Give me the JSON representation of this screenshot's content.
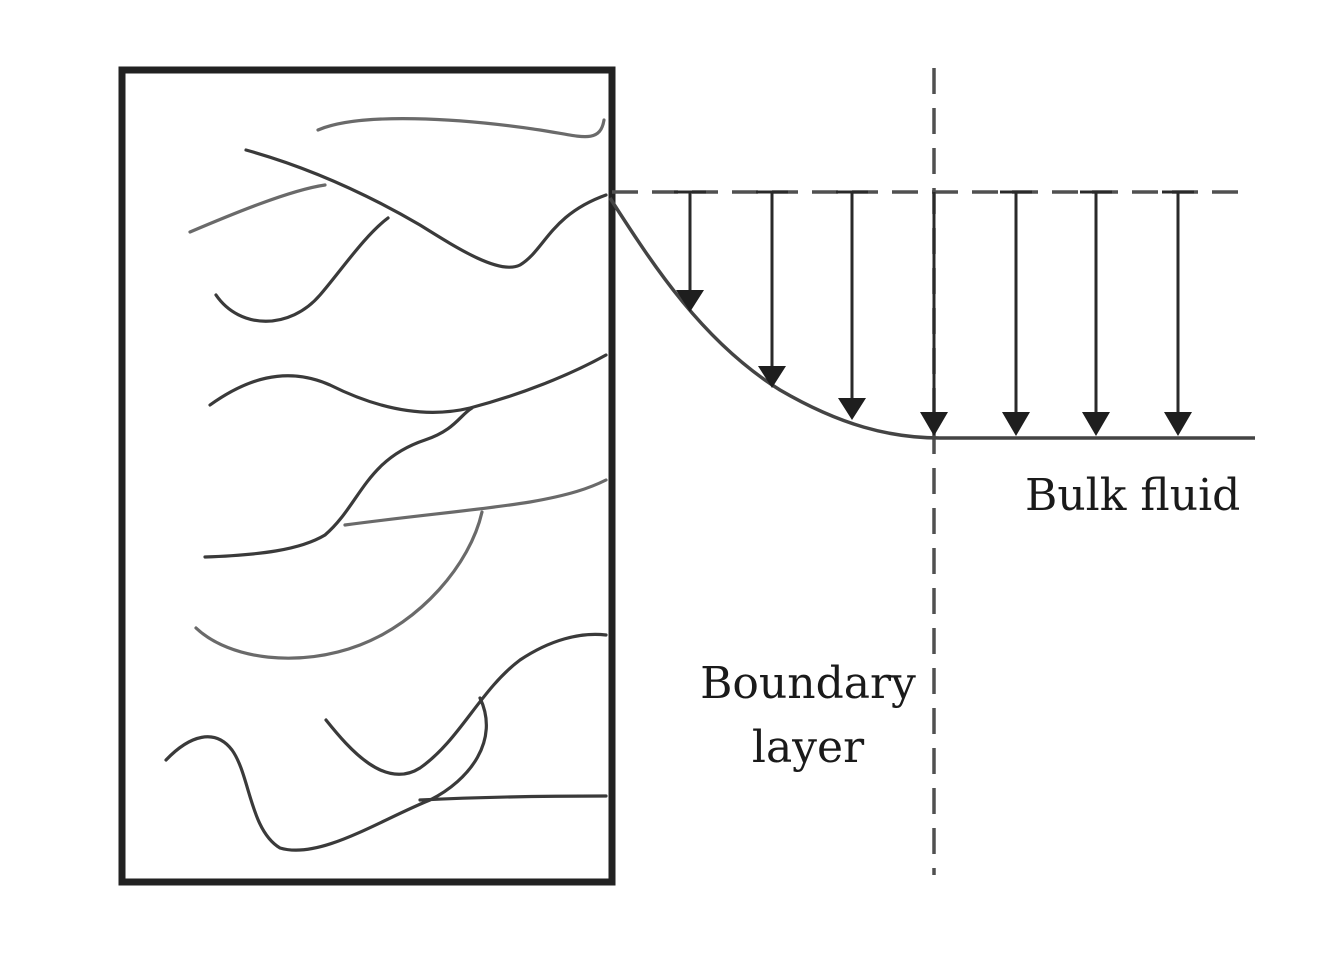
{
  "labels": {
    "bulk_fluid": "Bulk fluid",
    "boundary_layer_line1": "Boundary",
    "boundary_layer_line2": "layer"
  },
  "colors": {
    "background": "#ffffff",
    "lines": "#2e2e2e",
    "fibers_light": "#6a6a6a"
  },
  "arrows": {
    "count": 7
  }
}
